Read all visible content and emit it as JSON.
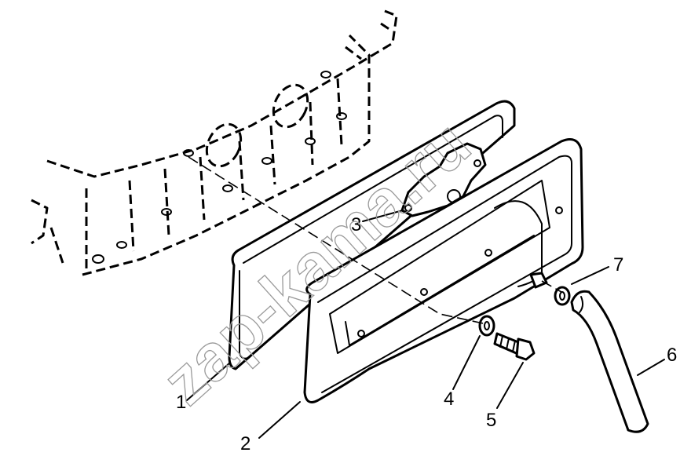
{
  "watermark": "zap-kama.ru",
  "callouts": [
    {
      "id": "1",
      "label": "1"
    },
    {
      "id": "2",
      "label": "2"
    },
    {
      "id": "3",
      "label": "3"
    },
    {
      "id": "4",
      "label": "4"
    },
    {
      "id": "5",
      "label": "5"
    },
    {
      "id": "6",
      "label": "6"
    },
    {
      "id": "7",
      "label": "7"
    }
  ]
}
